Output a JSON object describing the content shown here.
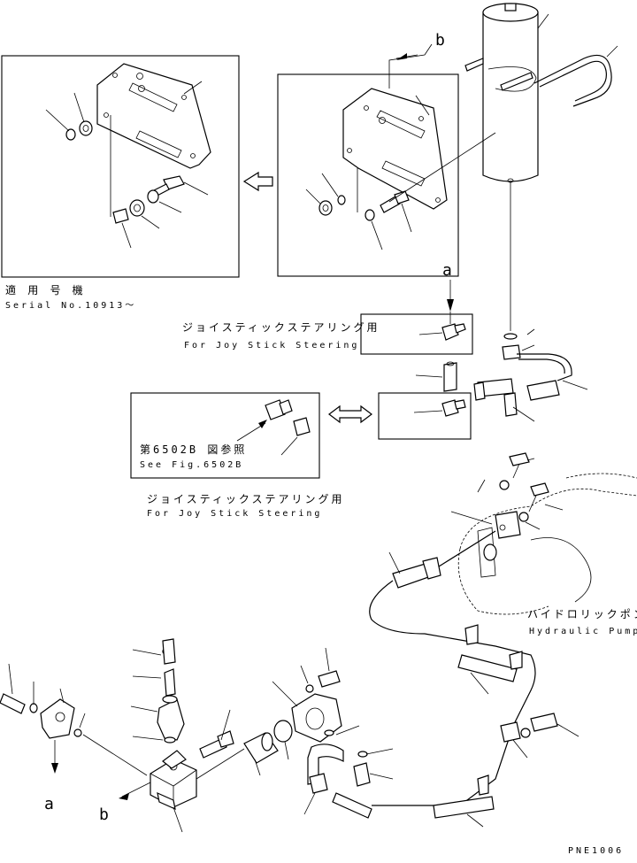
{
  "labels": {
    "arrow_a": "a",
    "arrow_b": "b",
    "serial_jp": "適 用 号 機",
    "serial_en": "Serial No.10913～",
    "joystick_jp_top": "ジョイスティックステアリング用",
    "joystick_en_top": "For Joy Stick Steering",
    "see_fig_jp": "第6502B 図参照",
    "see_fig_en": "See Fig.6502B",
    "joystick_jp_bottom": "ジョイスティックステアリング用",
    "joystick_en_bottom": "For Joy Stick Steering",
    "pump_jp": "ハイドロリックポンプ",
    "pump_en": "Hydraulic Pump",
    "page_code": "PNE1006"
  }
}
